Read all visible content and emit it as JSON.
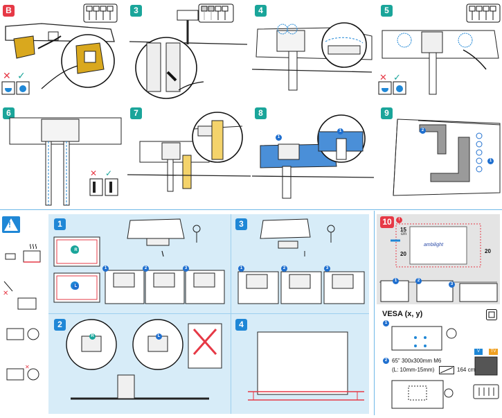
{
  "steps_top": [
    {
      "label": "B",
      "color": "#e63946"
    },
    {
      "label": "3"
    },
    {
      "label": "4"
    },
    {
      "label": "5"
    },
    {
      "label": "6"
    },
    {
      "label": "7"
    },
    {
      "label": "8"
    },
    {
      "label": "9"
    }
  ],
  "sub_markers": {
    "one": "1",
    "two": "2",
    "three": "3",
    "R": "R",
    "L": "L",
    "exclaim": "!"
  },
  "section_labels": {
    "s1": "1",
    "s2": "2",
    "s3": "3",
    "s4": "4",
    "s10": "10",
    "warn": "!"
  },
  "colors": {
    "teal": "#1aa59a",
    "red": "#e63946",
    "blue": "#1f87d6",
    "band": "#d7ecf8",
    "yellow": "#f4d36b",
    "gold": "#d9a81e",
    "panelblue": "#4a8fd8"
  },
  "right_panel": {
    "dim_15": "15",
    "dim_cm": "cm",
    "dim_20a": "20",
    "dim_20b": "20",
    "ambilight": "ambilight",
    "vesa_title": "VESA (x, y)",
    "size_line": "65\"  300x300mm M6",
    "screw_line": "(L: 10mm-15mm)",
    "dim_164": "164 cm",
    "v_marker": "V",
    "tv_marker": "TV"
  }
}
